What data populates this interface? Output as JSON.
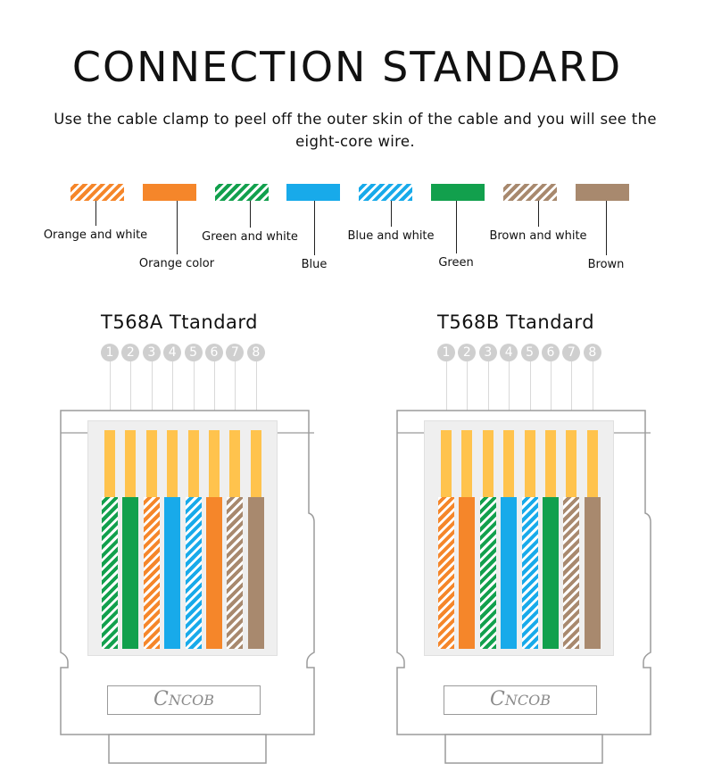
{
  "title": "CONNECTION STANDARD",
  "subtitle": "Use the cable clamp to peel off the outer skin of the cable and you will see the eight-core wire.",
  "colors": {
    "orange": "#f5862a",
    "green": "#12a04d",
    "blue": "#18aaea",
    "brown": "#a8896e",
    "copper": "#ffc34d",
    "frame": "#9b9b9b",
    "pin_circle": "#cfcfcf"
  },
  "legend": [
    {
      "label": "Orange and white",
      "color": "orange",
      "striped": true
    },
    {
      "label": "Orange color",
      "color": "orange",
      "striped": false
    },
    {
      "label": "Green and white",
      "color": "green",
      "striped": true
    },
    {
      "label": "Blue",
      "color": "blue",
      "striped": false
    },
    {
      "label": "Blue and white",
      "color": "blue",
      "striped": true
    },
    {
      "label": "Green",
      "color": "green",
      "striped": false
    },
    {
      "label": "Brown and white",
      "color": "brown",
      "striped": true
    },
    {
      "label": "Brown",
      "color": "brown",
      "striped": false
    }
  ],
  "standards": [
    {
      "name": "T568A Ttandard",
      "pins": [
        "1",
        "2",
        "3",
        "4",
        "5",
        "6",
        "7",
        "8"
      ],
      "wires": [
        {
          "color": "green",
          "striped": true
        },
        {
          "color": "green",
          "striped": false
        },
        {
          "color": "orange",
          "striped": true
        },
        {
          "color": "blue",
          "striped": false
        },
        {
          "color": "blue",
          "striped": true
        },
        {
          "color": "orange",
          "striped": false
        },
        {
          "color": "brown",
          "striped": true
        },
        {
          "color": "brown",
          "striped": false
        }
      ],
      "brand_initial": "C",
      "brand_rest": "NCOB"
    },
    {
      "name": "T568B Ttandard",
      "pins": [
        "1",
        "2",
        "3",
        "4",
        "5",
        "6",
        "7",
        "8"
      ],
      "wires": [
        {
          "color": "orange",
          "striped": true
        },
        {
          "color": "orange",
          "striped": false
        },
        {
          "color": "green",
          "striped": true
        },
        {
          "color": "blue",
          "striped": false
        },
        {
          "color": "blue",
          "striped": true
        },
        {
          "color": "green",
          "striped": false
        },
        {
          "color": "brown",
          "striped": true
        },
        {
          "color": "brown",
          "striped": false
        }
      ],
      "brand_initial": "C",
      "brand_rest": "NCOB"
    }
  ]
}
